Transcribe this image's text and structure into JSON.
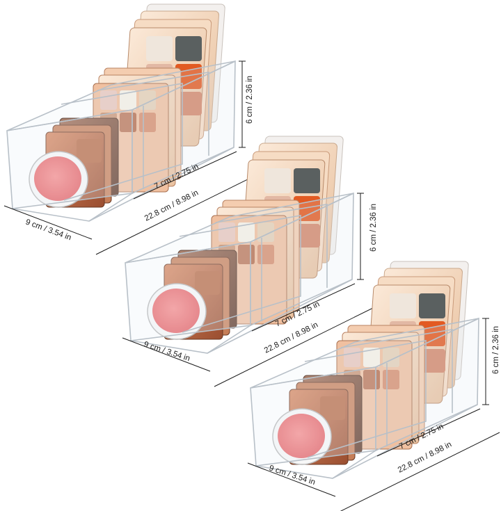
{
  "dimensions": {
    "width": "9 cm / 3.54 in",
    "depth": "7 cm / 2.75 in",
    "length": "22.8 cm / 8.98 in",
    "height": "6 cm / 2.36 in"
  },
  "organizers": [
    {
      "id": "top"
    },
    {
      "id": "middle"
    },
    {
      "id": "bottom"
    }
  ],
  "colors": {
    "blush": "#f07474",
    "palette_case": "#f4d4b8",
    "palette_dark": "#8a5a40",
    "acrylic_edge": "#b8c0c8",
    "dimension_line": "#1a1a1a"
  }
}
